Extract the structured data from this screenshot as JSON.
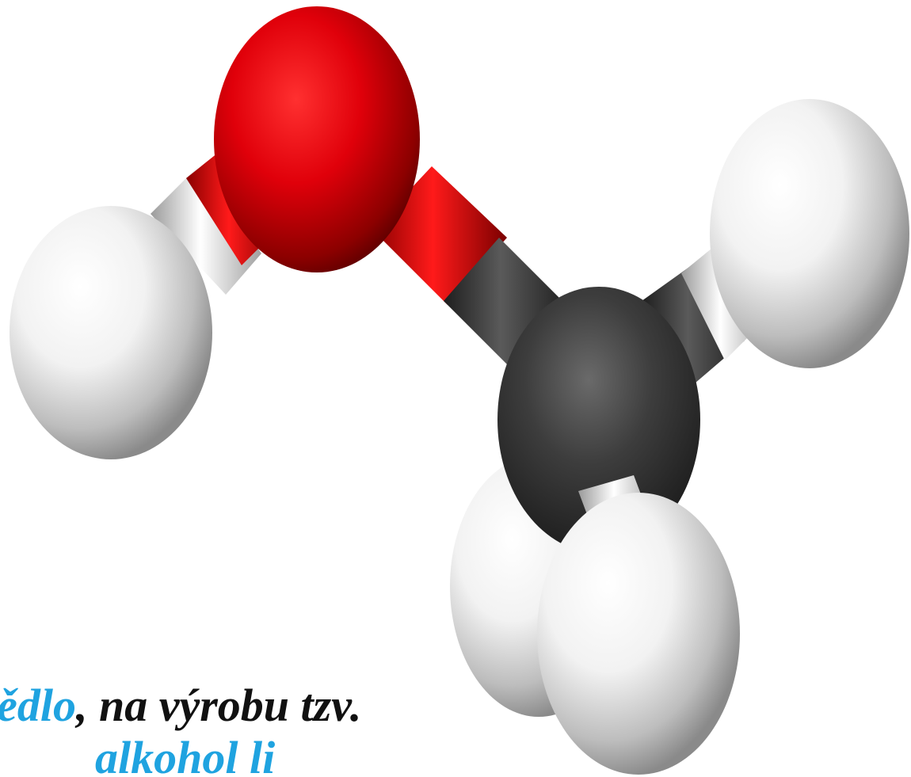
{
  "caption": {
    "line1_highlight": "tědlo",
    "line1_rest": ", na výrobu tzv.",
    "line2_highlight": "alkohol li"
  },
  "molecule": {
    "name": "methanol-ball-and-stick-model",
    "colors": {
      "oxygen": "#e0000a",
      "carbon": "#3a3a3a",
      "hydrogen": "#eeeeee",
      "accent_text": "#1fa3e0"
    }
  }
}
